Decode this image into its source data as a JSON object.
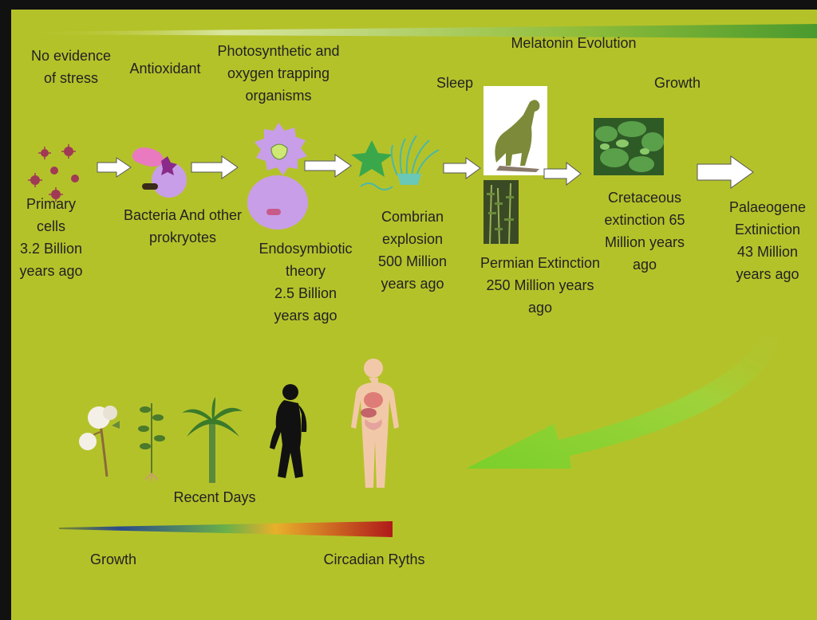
{
  "title": "Melatonin Evolution",
  "labels": {
    "no_stress": "No evidence\nof stress",
    "antioxidant": "Antioxidant",
    "photosynthetic": "Photosynthetic and\noxygen trapping\norganisms",
    "sleep": "Sleep",
    "growth_top": "Growth",
    "primary": "Primary cells\n3.2 Billion\nyears  ago",
    "bacteria": "Bacteria And other\nprokryotes",
    "endosymbiotic": "Endosymbiotic\ntheory\n2.5 Billion\nyears ago",
    "combrian": "Combrian\nexplosion\n500 Million\nyears ago",
    "permian": "Permian Extinction\n250 Million years\nago",
    "cretaceous": "Cretaceous\nextinction 65\nMillion years\nago",
    "palaeogene": "Palaeogene\nExtiniction\n43 Million\nyears ago",
    "recent": "Recent Days",
    "growth_bottom": "Growth",
    "circadian": "Circadian Ryths"
  },
  "colors": {
    "background": "#b4c22a",
    "arrow_fill": "#ffffff",
    "curve_arrow": "#7fd02a"
  },
  "icons": [
    "virus-cluster-icon",
    "bacteria-icon",
    "endosymbiont-cell-icon",
    "starfish-sea-anemone-icon",
    "dinosaur-photo",
    "fern-photo",
    "foliage-photo",
    "cotton-plant-icon",
    "seedling-icon",
    "palm-tree-icon",
    "ape-silhouette-icon",
    "human-anatomy-icon"
  ]
}
